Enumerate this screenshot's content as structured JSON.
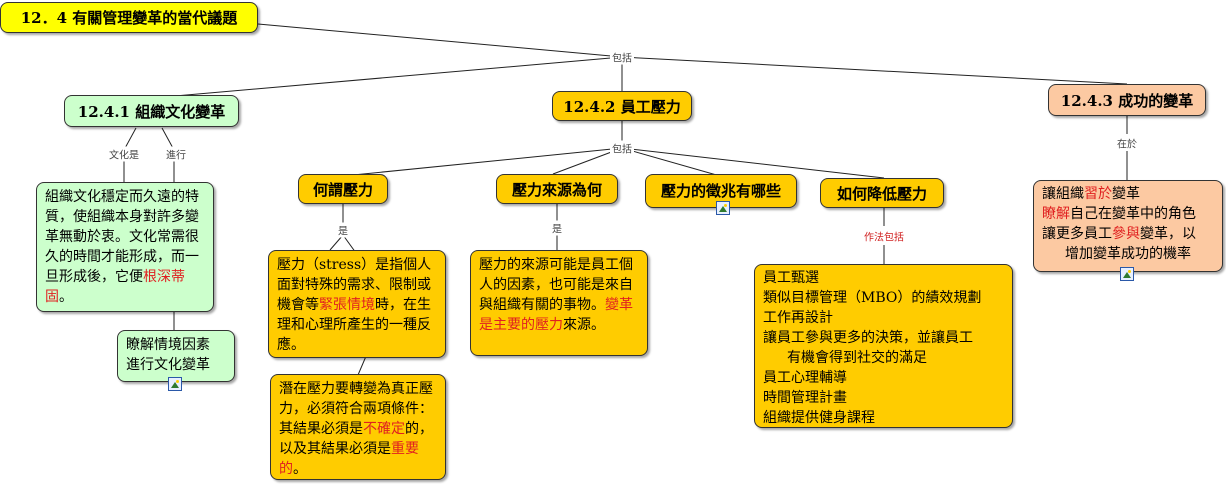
{
  "root": {
    "title": "12．4  有關管理變革的當代議題"
  },
  "links": {
    "root_to_sections": "包括",
    "culture_a": "文化是",
    "culture_b": "進行",
    "stress_sub": "包括",
    "what_is": "是",
    "source_is": "是",
    "reduce_method": "作法包括",
    "success_in": "在於"
  },
  "culture": {
    "title": "12.4.1  組織文化變革",
    "desc_text": "組織文化穩定而久遠的特質，使組織本身對許多變革無動於衷。文化常需很久的時間才能形成，而一旦形成後，它便",
    "desc_highlight": "根深蒂固",
    "desc_end": "。",
    "action_line1": "瞭解情境因素",
    "action_line2": "進行文化變革"
  },
  "stress": {
    "title": "12.4.2  員工壓力",
    "what": {
      "title": "何謂壓力",
      "def_part1": "壓力（stress）是指個人面對特殊的需求、限制或機會等",
      "def_highlight": "緊張情境",
      "def_part2": "時，在生理和心理所產生的一種反應。",
      "cond_part1": "潛在壓力要轉變為真正壓力，必須符合兩項條件：其結果必須是",
      "cond_highlight1": "不確定",
      "cond_part2": "的，以及其結果必須是",
      "cond_highlight2": "重要的",
      "cond_end": "。"
    },
    "source": {
      "title": "壓力來源為何",
      "text_part1": "壓力的來源可能是員工個人的因素，也可能是來自與組織有關的事物。",
      "text_highlight": "變革是主要的壓力",
      "text_part2": "來源。"
    },
    "symptoms": {
      "title": "壓力的徵兆有哪些"
    },
    "reduce": {
      "title": "如何降低壓力",
      "items": [
        "員工甄選",
        "類似目標管理（MBO）的績效規劃",
        "工作再設計",
        "讓員工參與更多的決策，並讓員工",
        "有機會得到社交的滿足",
        "員工心理輔導",
        "時間管理計畫",
        "組織提供健身課程"
      ]
    }
  },
  "success": {
    "title": "12.4.3  成功的變革",
    "l1a": "讓組織",
    "l1h": "習於",
    "l1b": "變革",
    "l2h": "瞭解",
    "l2b": "自己在變革中的角色",
    "l3a": "讓更多員工",
    "l3h": "參與",
    "l3b": "變革，以",
    "l4": "增加變革成功的機率"
  },
  "colors": {
    "root_fill": "#ffff00",
    "section_yellow": "#ffcc00",
    "culture_green": "#ccffcc",
    "success_peach": "#fcc9a2",
    "highlight_red": "#e02020"
  }
}
